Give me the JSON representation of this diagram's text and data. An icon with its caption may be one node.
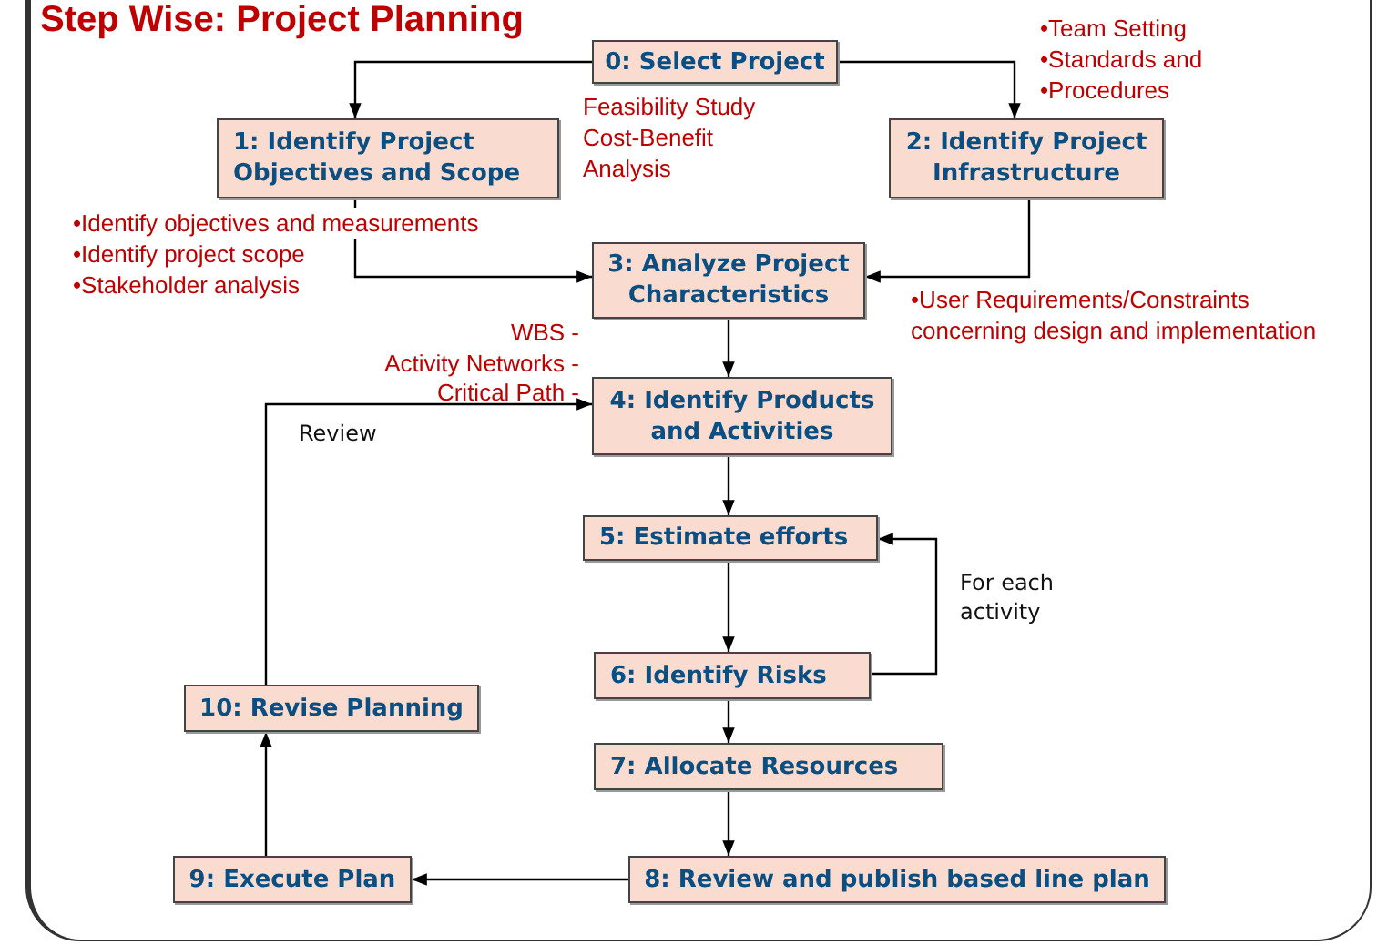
{
  "diagram": {
    "title": "Step Wise: Project Planning",
    "nodes": [
      {
        "text": [
          "0: Select Project"
        ]
      },
      {
        "text": [
          "1: Identify Project Objectives and Scope"
        ]
      },
      {
        "text": [
          "2: Identify Project Infrastructure"
        ]
      },
      {
        "text": [
          "3: Analyze Project Characteristics"
        ]
      },
      {
        "text": [
          "4: Identify Products and Activities"
        ]
      },
      {
        "text": [
          "5: Estimate efforts"
        ]
      },
      {
        "text": [
          "6: Identify Risks"
        ]
      },
      {
        "text": [
          "7: Allocate Resources"
        ]
      },
      {
        "text": [
          "8: Review and publish based line plan"
        ]
      },
      {
        "text": [
          "9: Execute Plan"
        ]
      },
      {
        "text": [
          "10: Revise Planning"
        ]
      }
    ],
    "edges": [
      {
        "from": 0,
        "to": 1,
        "arrow": "to"
      },
      {
        "from": 0,
        "to": 2,
        "arrow": "to"
      },
      {
        "from": 1,
        "to": 3,
        "arrow": "to"
      },
      {
        "from": 2,
        "to": 3,
        "arrow": "to"
      },
      {
        "from": 3,
        "to": 4,
        "arrow": "to"
      },
      {
        "from": 4,
        "to": 5,
        "arrow": "to"
      },
      {
        "from": 5,
        "to": 6,
        "arrow": "to"
      },
      {
        "from": 6,
        "to": 5,
        "arrow": "to",
        "label": "For each activity"
      },
      {
        "from": 6,
        "to": 7,
        "arrow": "to"
      },
      {
        "from": 7,
        "to": 8,
        "arrow": "to"
      },
      {
        "from": 8,
        "to": 9,
        "arrow": "to"
      },
      {
        "from": 9,
        "to": 10,
        "arrow": "to"
      },
      {
        "from": 10,
        "to": 4,
        "arrow": "to",
        "label": "Review"
      }
    ],
    "labels": [
      "•Team Setting",
      "•Standards and",
      "•Procedures",
      "Feasibility Study",
      "Cost-Benefit Analysis",
      "•Identify objectives and measurements",
      "•Identify project scope",
      "•Stakeholder analysis",
      "•User Requirements/Constraints concerning design and implementation",
      "WBS -",
      "Activity Networks -",
      "Critical Path -"
    ]
  }
}
